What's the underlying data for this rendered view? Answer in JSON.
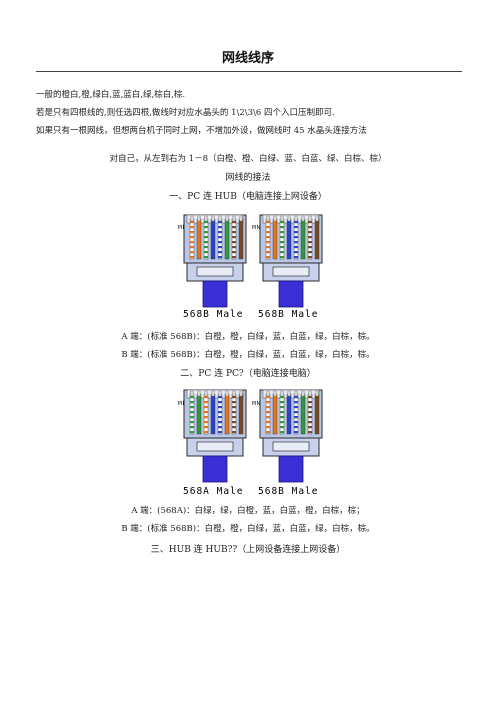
{
  "title": "网线线序",
  "intro": {
    "line1": "一般的橙白,橙,绿白,蓝,蓝白,绿,棕白,棕.",
    "line2": "若是只有四根线的,则任选四根,做线时对应水晶头的 1\\2\\3\\6 四个入口压制即可.",
    "line3": "如果只有一根网线，但想两台机子同时上网，不增加外设，做网线时 45 水晶头连接方法"
  },
  "order_note": "对自己，从左到右为 1－8（白橙、橙、白绿、蓝、白蓝、绿、白棕、棕）",
  "section_title": "网线的接法",
  "sections": [
    {
      "heading": "一、PC 连 HUB（电脑连接上网设备）",
      "pin_label": "PIN 1",
      "left_label": "568B Male",
      "right_label": "568B Male",
      "line_a": "A 端：(标准 568B)：白橙，橙，白绿，蓝，白蓝，绿，白棕，棕。",
      "line_b": "B 端：(标准 568B)：白橙，橙，白绿，蓝，白蓝，绿，白棕，棕。"
    },
    {
      "heading": "二、PC 连 PC?（电脑连接电脑）",
      "pin_label": "PIN 1",
      "left_label": "568A Male",
      "right_label": "568B Male",
      "line_a": "A 端：(568A)：白绿，绿，白橙，蓝，白蓝，橙，白棕，棕；",
      "line_b": "B 端：(标准 568B)：白橙，橙，白绿，蓝，白蓝，绿，白棕，棕。"
    },
    {
      "heading": "三、HUB 连 HUB??（上网设备连接上网设备）"
    }
  ],
  "colors": {
    "orange": "#e8731f",
    "green": "#2f9a3c",
    "blue": "#2a46c8",
    "brown": "#7a4a24",
    "white": "#ffffff",
    "jacket": "#3a2fd6",
    "plug_body": "#b9c6e6",
    "plug_outline": "#2a2a2a"
  },
  "wiring": {
    "t568b": [
      "white-orange",
      "orange",
      "white-green",
      "blue",
      "white-blue",
      "green",
      "white-brown",
      "brown"
    ],
    "t568a": [
      "white-green",
      "green",
      "white-orange",
      "blue",
      "white-blue",
      "orange",
      "white-brown",
      "brown"
    ]
  }
}
